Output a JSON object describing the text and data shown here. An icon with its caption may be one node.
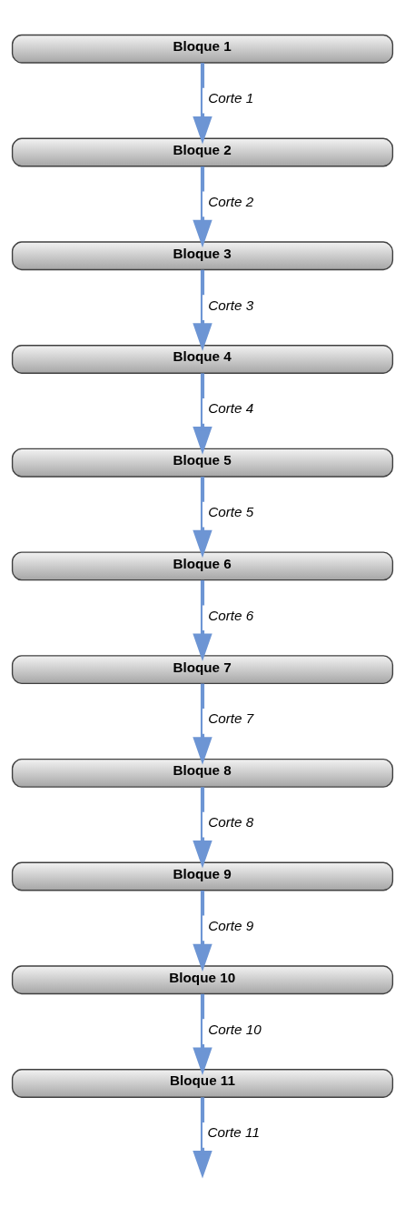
{
  "diagram": {
    "nodes": [
      {
        "text": [
          "Bloque 1"
        ]
      },
      {
        "text": [
          "Bloque 2"
        ]
      },
      {
        "text": [
          "Bloque 3"
        ]
      },
      {
        "text": [
          "Bloque 4"
        ]
      },
      {
        "text": [
          "Bloque 5"
        ]
      },
      {
        "text": [
          "Bloque 6"
        ]
      },
      {
        "text": [
          "Bloque 7"
        ]
      },
      {
        "text": [
          "Bloque 8"
        ]
      },
      {
        "text": [
          "Bloque 9"
        ]
      },
      {
        "text": [
          "Bloque 10"
        ]
      },
      {
        "text": [
          "Bloque 11"
        ]
      }
    ],
    "edges": [
      {
        "from": 0,
        "to": 1,
        "arrow": "to",
        "label": "Corte 1"
      },
      {
        "from": 1,
        "to": 2,
        "arrow": "to",
        "label": "Corte 2"
      },
      {
        "from": 2,
        "to": 3,
        "arrow": "to",
        "label": "Corte 3"
      },
      {
        "from": 3,
        "to": 4,
        "arrow": "to",
        "label": "Corte 4"
      },
      {
        "from": 4,
        "to": 5,
        "arrow": "to",
        "label": "Corte 5"
      },
      {
        "from": 5,
        "to": 6,
        "arrow": "to",
        "label": "Corte 6"
      },
      {
        "from": 6,
        "to": 7,
        "arrow": "to",
        "label": "Corte 7"
      },
      {
        "from": 7,
        "to": 8,
        "arrow": "to",
        "label": "Corte 8"
      },
      {
        "from": 8,
        "to": 9,
        "arrow": "to",
        "label": "Corte 9"
      },
      {
        "from": 9,
        "to": 10,
        "arrow": "to",
        "label": "Corte 10"
      },
      {
        "from": 10,
        "to": null,
        "arrow": "to",
        "label": "Corte 11"
      }
    ]
  }
}
